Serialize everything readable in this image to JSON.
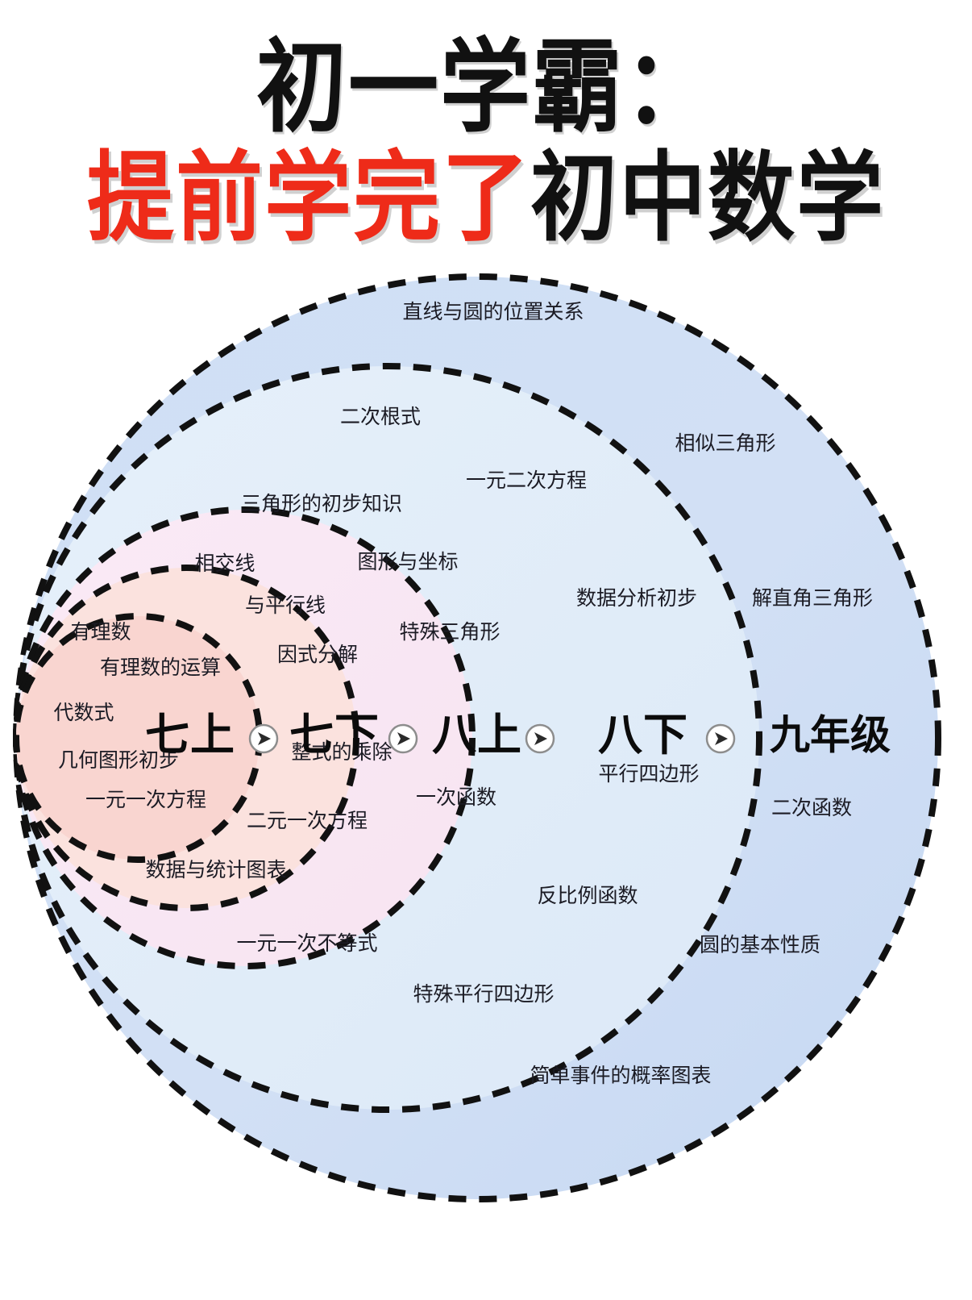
{
  "title": {
    "line1": "初一学霸：",
    "line2_red": "提前学完了",
    "line2_black": "初中数学",
    "red_color": "#ee2b19",
    "black_color": "#111111"
  },
  "diagram": {
    "type": "concentric-nested-circles",
    "description": "五个由内向外嵌套的虚线圆，代表初中数学各学期知识点",
    "arrow_icon": "play-arrow-right-icon",
    "arrow_count": 4,
    "rings": [
      {
        "id": "ring-qishang",
        "grade": "七上",
        "fill": "#f9d5d0",
        "topics": [
          "有理数",
          "有理数的运算",
          "代数式",
          "几何图形初步",
          "一元一次方程",
          "数据与统计图表"
        ]
      },
      {
        "id": "ring-qixia",
        "grade": "七下",
        "fill": "#fbe2de",
        "topics": [
          "相交线",
          "与平行线",
          "因式分解",
          "整式的乘除",
          "二元一次方程",
          "一元一次不等式"
        ]
      },
      {
        "id": "ring-bashang",
        "grade": "八上",
        "fill": "#f8e6f3",
        "topics": [
          "三角形的初步知识",
          "图形与坐标",
          "特殊三角形",
          "一次函数",
          "特殊平行四边形"
        ]
      },
      {
        "id": "ring-baxia",
        "grade": "八下",
        "fill": "#e4eef9",
        "topics": [
          "二次根式",
          "一元二次方程",
          "数据分析初步",
          "平行四边形",
          "反比例函数",
          "简单事件的概率图表"
        ]
      },
      {
        "id": "ring-jiunianji",
        "grade": "九年级",
        "fill": "#ccddf4",
        "topics": [
          "直线与圆的位置关系",
          "相似三角形",
          "解直角三角形",
          "二次函数",
          "圆的基本性质"
        ]
      }
    ],
    "labels": [
      {
        "key": "l01",
        "text": "直线与圆的位置关系"
      },
      {
        "key": "l02",
        "text": "二次根式"
      },
      {
        "key": "l03",
        "text": "相似三角形"
      },
      {
        "key": "l04",
        "text": "三角形的初步知识"
      },
      {
        "key": "l05",
        "text": "一元二次方程"
      },
      {
        "key": "l06",
        "text": "相交线"
      },
      {
        "key": "l07",
        "text": "图形与坐标"
      },
      {
        "key": "l08",
        "text": "与平行线"
      },
      {
        "key": "l09",
        "text": "数据分析初步"
      },
      {
        "key": "l10",
        "text": "解直角三角形"
      },
      {
        "key": "l11",
        "text": "有理数"
      },
      {
        "key": "l12",
        "text": "特殊三角形"
      },
      {
        "key": "l13",
        "text": "因式分解"
      },
      {
        "key": "l14",
        "text": "有理数的运算"
      },
      {
        "key": "l15",
        "text": "代数式"
      },
      {
        "key": "l16",
        "text": "几何图形初步"
      },
      {
        "key": "l17",
        "text": "整式的乘除"
      },
      {
        "key": "l18",
        "text": "一元一次方程"
      },
      {
        "key": "l19",
        "text": "一次函数"
      },
      {
        "key": "l20",
        "text": "平行四边形"
      },
      {
        "key": "l21",
        "text": "二次函数"
      },
      {
        "key": "l22",
        "text": "二元一次方程"
      },
      {
        "key": "l23",
        "text": "数据与统计图表"
      },
      {
        "key": "l24",
        "text": "反比例函数"
      },
      {
        "key": "l25",
        "text": "一元一次不等式"
      },
      {
        "key": "l26",
        "text": "圆的基本性质"
      },
      {
        "key": "l27",
        "text": "特殊平行四边形"
      },
      {
        "key": "l28",
        "text": "简单事件的概率图表"
      }
    ],
    "grades": [
      {
        "key": "g1",
        "text": "七上"
      },
      {
        "key": "g2",
        "text": "七下"
      },
      {
        "key": "g3",
        "text": "八上"
      },
      {
        "key": "g4",
        "text": "八下"
      },
      {
        "key": "g5",
        "text": "九年级"
      }
    ]
  }
}
